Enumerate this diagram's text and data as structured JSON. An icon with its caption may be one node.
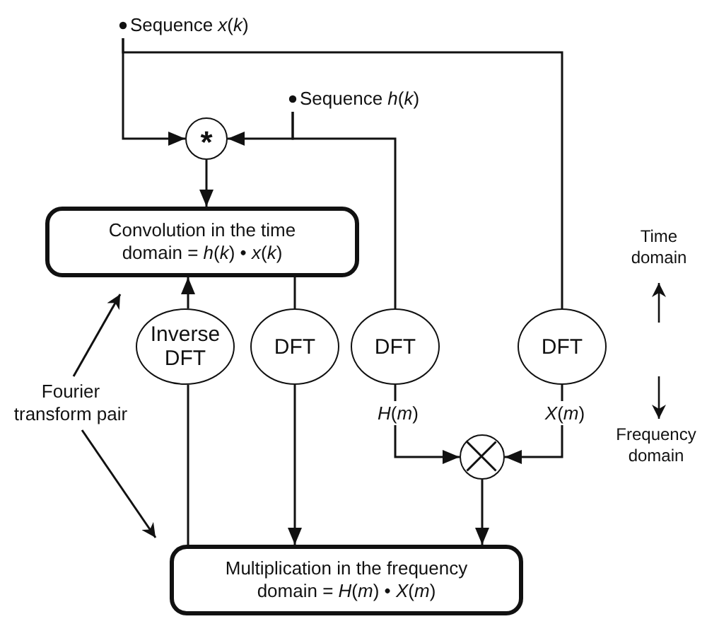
{
  "diagram": {
    "nodes": [
      {
        "text": [
          "Sequence *x*(*k*)"
        ]
      },
      {
        "text": [
          "Sequence *h*(*k*)"
        ]
      },
      {
        "text": [
          "*"
        ]
      },
      {
        "text": [
          "Convolution in the time domain = *h*(*k*) • *x*(*k*)"
        ]
      },
      {
        "text": [
          "Inverse DFT"
        ]
      },
      {
        "text": [
          "DFT"
        ]
      },
      {
        "text": [
          "DFT"
        ]
      },
      {
        "text": [
          "DFT"
        ]
      },
      {
        "text": [],
        "shape": "circle"
      },
      {
        "text": [
          "Multiplication in the frequency domain = *H*(*m*) • *X*(*m*)"
        ]
      },
      {
        "text": [
          "Fourier transform pair"
        ]
      }
    ],
    "edges": [
      {
        "from": 0,
        "to": 2,
        "arrow": "to"
      },
      {
        "from": 0,
        "to": 7,
        "arrow": "none"
      },
      {
        "from": 1,
        "to": 2,
        "arrow": "to"
      },
      {
        "from": 1,
        "to": 6,
        "arrow": "none"
      },
      {
        "from": 2,
        "to": 3,
        "arrow": "to"
      },
      {
        "from": 3,
        "to": 5,
        "arrow": "none"
      },
      {
        "from": 5,
        "to": 9,
        "arrow": "to"
      },
      {
        "from": 9,
        "to": 4,
        "arrow": "none"
      },
      {
        "from": 4,
        "to": 3,
        "arrow": "to"
      },
      {
        "from": 6,
        "to": 8,
        "arrow": "to",
        "label": "*H*(*m*)"
      },
      {
        "from": 7,
        "to": 8,
        "arrow": "to",
        "label": "*X*(*m*)"
      },
      {
        "from": 8,
        "to": 9,
        "arrow": "to"
      },
      {
        "from": 10,
        "to": 3,
        "arrow": "to"
      },
      {
        "from": 10,
        "to": 9,
        "arrow": "to"
      }
    ],
    "labels": [
      "Time domain",
      "Frequency domain"
    ]
  }
}
